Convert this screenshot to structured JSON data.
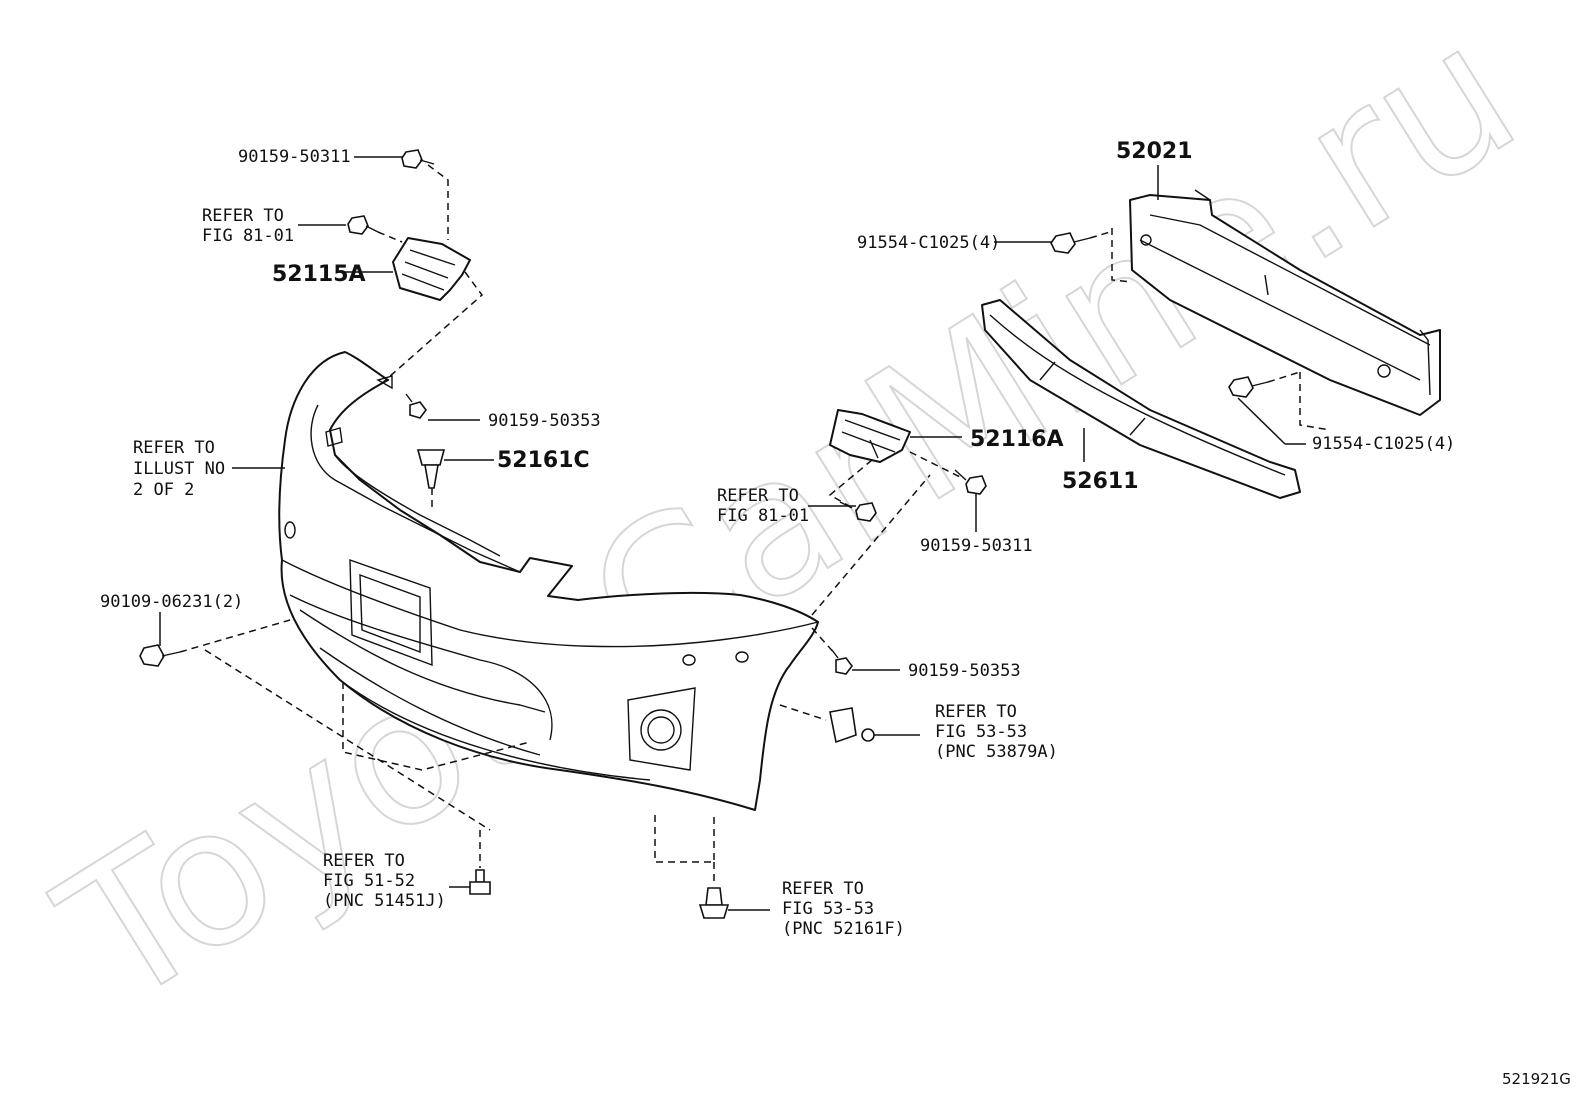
{
  "watermark": "ToyotaCarMine.ru",
  "figure_code": "521921G",
  "labels": {
    "p_90159_50311_top": "90159-50311",
    "refer_81_01_top_l1": "REFER TO",
    "refer_81_01_top_l2": "FIG 81-01",
    "p_52115A": "52115A",
    "p_90159_50353_top": "90159-50353",
    "p_52161C": "52161C",
    "refer_illust_l1": "REFER TO",
    "refer_illust_l2": "ILLUST NO",
    "refer_illust_l3": "2 OF 2",
    "p_90109_06231": "90109-06231(2)",
    "refer_51_52_l1": "REFER TO",
    "refer_51_52_l2": "FIG 51-52",
    "refer_51_52_l3": "(PNC 51451J)",
    "refer_53_53_b_l1": "REFER TO",
    "refer_53_53_b_l2": "FIG 53-53",
    "refer_53_53_b_l3": "(PNC 52161F)",
    "refer_53_53_r_l1": "REFER TO",
    "refer_53_53_r_l2": "FIG 53-53",
    "refer_53_53_r_l3": "(PNC 53879A)",
    "p_90159_50353_mid": "90159-50353",
    "p_52116A": "52116A",
    "refer_81_01_mid_l1": "REFER TO",
    "refer_81_01_mid_l2": "FIG 81-01",
    "p_90159_50311_mid": "90159-50311",
    "p_52021": "52021",
    "p_91554_top": "91554-C1025(4)",
    "p_91554_bot": "91554-C1025(4)",
    "p_52611": "52611"
  }
}
